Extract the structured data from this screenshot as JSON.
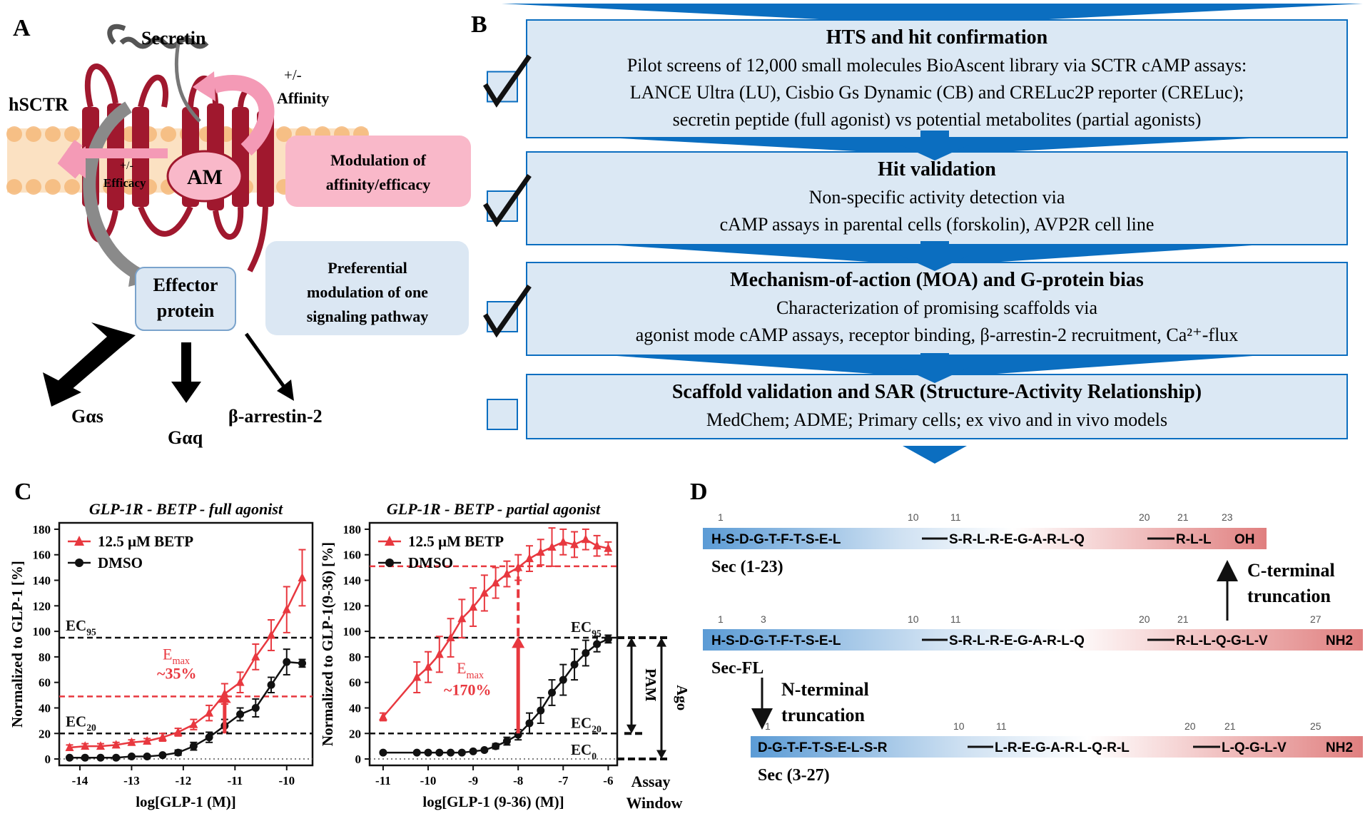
{
  "panels": {
    "a": "A",
    "b": "B",
    "c": "C",
    "d": "D"
  },
  "panel_a": {
    "secretin": "Secretin",
    "receptor": "hSCTR",
    "affinity_sign": "+/-",
    "affinity": "Affinity",
    "efficacy_sign": "+/-",
    "efficacy": "Efficacy",
    "am": "AM",
    "modulation_line1": "Modulation of",
    "modulation_line2": "affinity/efficacy",
    "effector_line1": "Effector",
    "effector_line2": "protein",
    "pref_line1": "Preferential",
    "pref_line2": "modulation of one",
    "pref_line3": "signaling pathway",
    "gas": "Gαs",
    "gaq": "Gαq",
    "barr": "β-arrestin-2",
    "colors": {
      "receptor": "#a0182e",
      "membrane": "#f7c98f",
      "pink_box": "#f9b8c9",
      "blue_box": "#dbe7f3"
    }
  },
  "panel_b": {
    "stages": [
      {
        "title": "HTS and hit confirmation",
        "lines": [
          "Pilot screens of 12,000 small molecules BioAscent library via SCTR cAMP assays:",
          "LANCE Ultra (LU), Cisbio Gs Dynamic (CB) and CRELuc2P reporter (CRELuc);",
          "secretin peptide (full agonist) vs potential metabolites (partial agonists)"
        ],
        "checked": true
      },
      {
        "title": "Hit validation",
        "lines": [
          "Non-specific activity detection via",
          "cAMP assays in parental cells (forskolin), AVP2R cell line"
        ],
        "checked": true
      },
      {
        "title": "Mechanism-of-action (MOA) and G-protein bias",
        "lines": [
          "Characterization of promising scaffolds via",
          "agonist mode cAMP assays, receptor binding, β-arrestin-2 recruitment, Ca²⁺-flux"
        ],
        "checked": true
      },
      {
        "title": "Scaffold validation and SAR (Structure-Activity Relationship)",
        "lines": [
          "MedChem; ADME; Primary cells; ex vivo and in vivo models"
        ],
        "checked": false
      }
    ],
    "colors": {
      "box": "#dbe8f4",
      "arrow": "#0b6ec0"
    }
  },
  "chart_data": [
    {
      "type": "line",
      "title": "GLP-1R - BETP - full agonist",
      "xlabel": "log[GLP-1 (M)]",
      "ylabel": "Normalized to GLP-1 [%]",
      "xlim": [
        -14.4,
        -9.5
      ],
      "ylim": [
        -5,
        185
      ],
      "xticks": [
        -14,
        -13,
        -12,
        -11,
        -10
      ],
      "yticks": [
        0,
        20,
        40,
        60,
        80,
        100,
        120,
        140,
        160,
        180
      ],
      "legend": "top-left",
      "series": [
        {
          "name": "12.5 µM BETP",
          "color": "#e8383f",
          "marker": "triangle",
          "x": [
            -14.2,
            -13.9,
            -13.6,
            -13.3,
            -13.0,
            -12.7,
            -12.4,
            -12.1,
            -11.8,
            -11.5,
            -11.2,
            -10.9,
            -10.6,
            -10.3,
            -10.0,
            -9.7
          ],
          "y": [
            9,
            10,
            10,
            11,
            13,
            14,
            17,
            21,
            27,
            36,
            51,
            60,
            80,
            97,
            117,
            142
          ],
          "err": [
            2,
            2,
            2,
            2,
            2,
            2,
            3,
            3,
            4,
            6,
            8,
            8,
            10,
            12,
            18,
            22
          ]
        },
        {
          "name": "DMSO",
          "color": "#111111",
          "marker": "circle",
          "x": [
            -14.2,
            -13.9,
            -13.6,
            -13.3,
            -13.0,
            -12.7,
            -12.4,
            -12.1,
            -11.8,
            -11.5,
            -11.2,
            -10.9,
            -10.6,
            -10.3,
            -10.0,
            -9.7
          ],
          "y": [
            1,
            1,
            1,
            1,
            2,
            2,
            3,
            5,
            10,
            17,
            26,
            35,
            40,
            58,
            76,
            75
          ],
          "err": [
            1,
            1,
            1,
            1,
            1,
            1,
            1,
            2,
            3,
            4,
            5,
            5,
            7,
            6,
            10,
            3
          ]
        }
      ],
      "annotations": {
        "ec95": "EC95",
        "ec20": "EC20",
        "emax": "Emax",
        "emax_value": "~35%"
      }
    },
    {
      "type": "line",
      "title": "GLP-1R - BETP - partial agonist",
      "xlabel": "log[GLP-1 (9-36) (M)]",
      "ylabel": "Normalized to GLP-1(9-36) [%]",
      "xlim": [
        -11.3,
        -5.8
      ],
      "ylim": [
        -5,
        185
      ],
      "xticks": [
        -11,
        -10,
        -9,
        -8,
        -7,
        -6
      ],
      "yticks": [
        0,
        20,
        40,
        60,
        80,
        100,
        120,
        140,
        160,
        180
      ],
      "legend": "top-left",
      "series": [
        {
          "name": "12.5 µM BETP",
          "color": "#e8383f",
          "marker": "triangle",
          "x": [
            -11.0,
            -10.25,
            -10.0,
            -9.75,
            -9.5,
            -9.25,
            -9.0,
            -8.75,
            -8.5,
            -8.25,
            -8.0,
            -7.75,
            -7.5,
            -7.25,
            -7.0,
            -6.75,
            -6.5,
            -6.25,
            -6.0
          ],
          "y": [
            33,
            64,
            72,
            82,
            95,
            110,
            119,
            130,
            138,
            145,
            150,
            157,
            162,
            166,
            170,
            168,
            172,
            167,
            165
          ],
          "err": [
            3,
            12,
            12,
            14,
            15,
            15,
            15,
            14,
            12,
            10,
            10,
            10,
            10,
            15,
            10,
            10,
            8,
            8,
            5
          ]
        },
        {
          "name": "DMSO",
          "color": "#111111",
          "marker": "circle",
          "x": [
            -11.0,
            -10.25,
            -10.0,
            -9.75,
            -9.5,
            -9.25,
            -9.0,
            -8.75,
            -8.5,
            -8.25,
            -8.0,
            -7.75,
            -7.5,
            -7.25,
            -7.0,
            -6.75,
            -6.5,
            -6.25,
            -6.0
          ],
          "y": [
            5,
            5,
            5,
            5,
            5,
            5,
            6,
            7,
            10,
            14,
            19,
            28,
            38,
            52,
            62,
            74,
            83,
            90,
            94
          ],
          "err": [
            1,
            1,
            1,
            1,
            1,
            1,
            1,
            1,
            2,
            3,
            4,
            8,
            10,
            10,
            12,
            12,
            10,
            6,
            3
          ]
        }
      ],
      "annotations": {
        "ec95": "EC95",
        "ec20": "EC20",
        "ec0": "EC0",
        "emax": "Emax",
        "emax_value": "~170%",
        "pam": "PAM",
        "ago": "Ago",
        "assay_window_line1": "Assay",
        "assay_window_line2": "Window"
      }
    }
  ],
  "panel_d": {
    "sec_1_23": {
      "label": "Sec (1-23)",
      "seq_a": "H-S-D-G-T-F-T-S-E-L",
      "seq_b": "S-R-L-R-E-G-A-R-L-Q",
      "seq_c": "R-L-L",
      "cterm": "OH",
      "n1": "1",
      "n10": "10",
      "n11": "11",
      "n20": "20",
      "n21": "21",
      "n23": "23"
    },
    "sec_fl": {
      "label": "Sec-FL",
      "seq_a": "H-S-D-G-T-F-T-S-E-L",
      "seq_b": "S-R-L-R-E-G-A-R-L-Q",
      "seq_c": "R-L-L-Q-G-L-V",
      "cterm": "NH2",
      "n1": "1",
      "n3": "3",
      "n10": "10",
      "n11": "11",
      "n20": "20",
      "n21": "21",
      "n27": "27"
    },
    "sec_3_27": {
      "label": "Sec (3-27)",
      "seq_a": "D-G-T-F-T-S-E-L-S-R",
      "seq_b": "L-R-E-G-A-R-L-Q-R-L",
      "seq_c": "L-Q-G-L-V",
      "cterm": "NH2",
      "n1": "1",
      "n10": "10",
      "n11": "11",
      "n20": "20",
      "n21": "21",
      "n25": "25"
    },
    "cterm_trunc_line1": "C-terminal",
    "cterm_trunc_line2": "truncation",
    "nterm_trunc_line1": "N-terminal",
    "nterm_trunc_line2": "truncation"
  }
}
